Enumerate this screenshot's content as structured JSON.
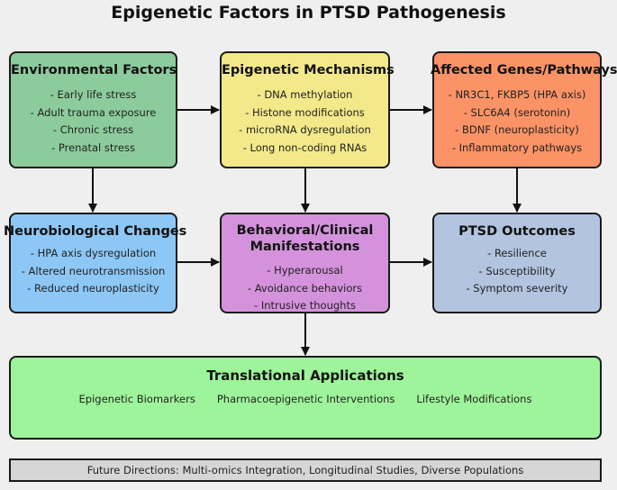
{
  "title": "Epigenetic Factors in PTSD Pathogenesis",
  "boxes": {
    "environmental": {
      "title": "Environmental Factors",
      "items": [
        "Early life stress",
        "Adult trauma exposure",
        "Chronic stress",
        "Prenatal stress"
      ]
    },
    "epigenetic": {
      "title": "Epigenetic Mechanisms",
      "items": [
        "DNA methylation",
        "Histone modifications",
        "microRNA dysregulation",
        "Long non-coding RNAs"
      ]
    },
    "genes": {
      "title": "Affected Genes/Pathways",
      "items": [
        "NR3C1, FKBP5 (HPA axis)",
        "SLC6A4 (serotonin)",
        "BDNF (neuroplasticity)",
        "Inflammatory pathways"
      ]
    },
    "neuro": {
      "title": "Neurobiological Changes",
      "items": [
        "HPA axis dysregulation",
        "Altered neurotransmission",
        "Reduced neuroplasticity"
      ]
    },
    "behavioral": {
      "title": "Behavioral/Clinical Manifestations",
      "items": [
        "Hyperarousal",
        "Avoidance behaviors",
        "Intrusive thoughts"
      ]
    },
    "ptsd": {
      "title": "PTSD Outcomes",
      "items": [
        "Resilience",
        "Susceptibility",
        "Symptom severity"
      ]
    }
  },
  "translational": {
    "title": "Translational Applications",
    "items": [
      "Epigenetic Biomarkers",
      "Pharmacoepigenetic Interventions",
      "Lifestyle Modifications"
    ]
  },
  "future": "Future Directions: Multi-omics Integration, Longitudinal Studies, Diverse Populations",
  "colors": {
    "environmental": "#8ccc9c",
    "epigenetic": "#f4e98a",
    "genes": "#fb9366",
    "neuro": "#8dc7f5",
    "behavioral": "#d492dc",
    "ptsd": "#b2c4df",
    "translational": "#9ef49a",
    "future": "#d6d6d6"
  }
}
